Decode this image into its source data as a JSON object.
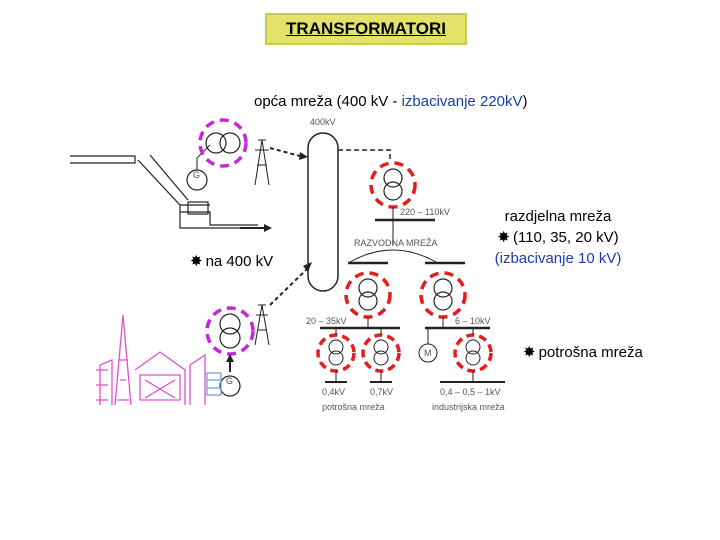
{
  "title": "TRANSFORMATORI",
  "heading": {
    "part1": "opća mreža (400 kV - ",
    "part2": "izbacivanje 220kV",
    "part3": ")"
  },
  "left_note": {
    "icon": "asterisk-icon",
    "text": "na 400 kV"
  },
  "right_note": {
    "line1": "razdjelna mreža",
    "icon": "asterisk-icon",
    "line2": "(110, 35, 20 kV)",
    "line3": "(izbacivanje 10 kV)"
  },
  "consumer_note": {
    "icon": "asterisk-icon",
    "text": "potrošna mreža"
  },
  "diagram_labels": {
    "v400": "400kV",
    "v220_110": "220 – 110kV",
    "razvodna": "RAZVODNA MREŽA",
    "v20_35": "20 – 35kV",
    "v6_10": "6 – 10kV",
    "v04": "0,4kV",
    "v07": "0,7kV",
    "v04_05_1": "0,4 – 0,5 – 1kV",
    "potrosna": "potrošna mreža",
    "industrijska": "industrijska mreža",
    "m": "M",
    "g": "G"
  },
  "colors": {
    "title_bg": "#e3e36a",
    "generator_circle": "#c12bd6",
    "transformer_circle": "#e31e1e",
    "accent_text": "#1a3ea8"
  }
}
